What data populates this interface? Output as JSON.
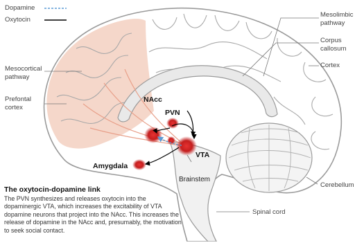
{
  "legend": {
    "dopamine": "Dopamine",
    "oxytocin": "Oxytocin",
    "dopamine_color": "#5b9bd5",
    "oxytocin_color": "#000000"
  },
  "labels": {
    "mesocortical": "Mesocortical\npathway",
    "prefrontal": "Prefontal\ncortex",
    "mesolimbic": "Mesolimbic\npathway",
    "corpus": "Corpus\ncallosum",
    "cortex": "Cortex",
    "nacc": "NAcc",
    "pvn": "PVN",
    "vta": "VTA",
    "amygdala": "Amygdala",
    "brainstem": "Brainstem",
    "cerebellum": "Cerebellum",
    "spinal": "Spinal cord"
  },
  "caption": {
    "title": "The oxytocin-dopamine link",
    "body": "The PVN synthesizes and releases oxytocin into the dopaminergic VTA, which increases the excitability of VTA dopamine neurons that project into the NAcc. This increases the release of dopamine in the NAcc and, presumably, the motivation to seek social contact."
  },
  "colors": {
    "region_red": "#c41e1e",
    "prefrontal_tint": "#f2c9b8",
    "brain_outline": "#9a9a9a"
  }
}
